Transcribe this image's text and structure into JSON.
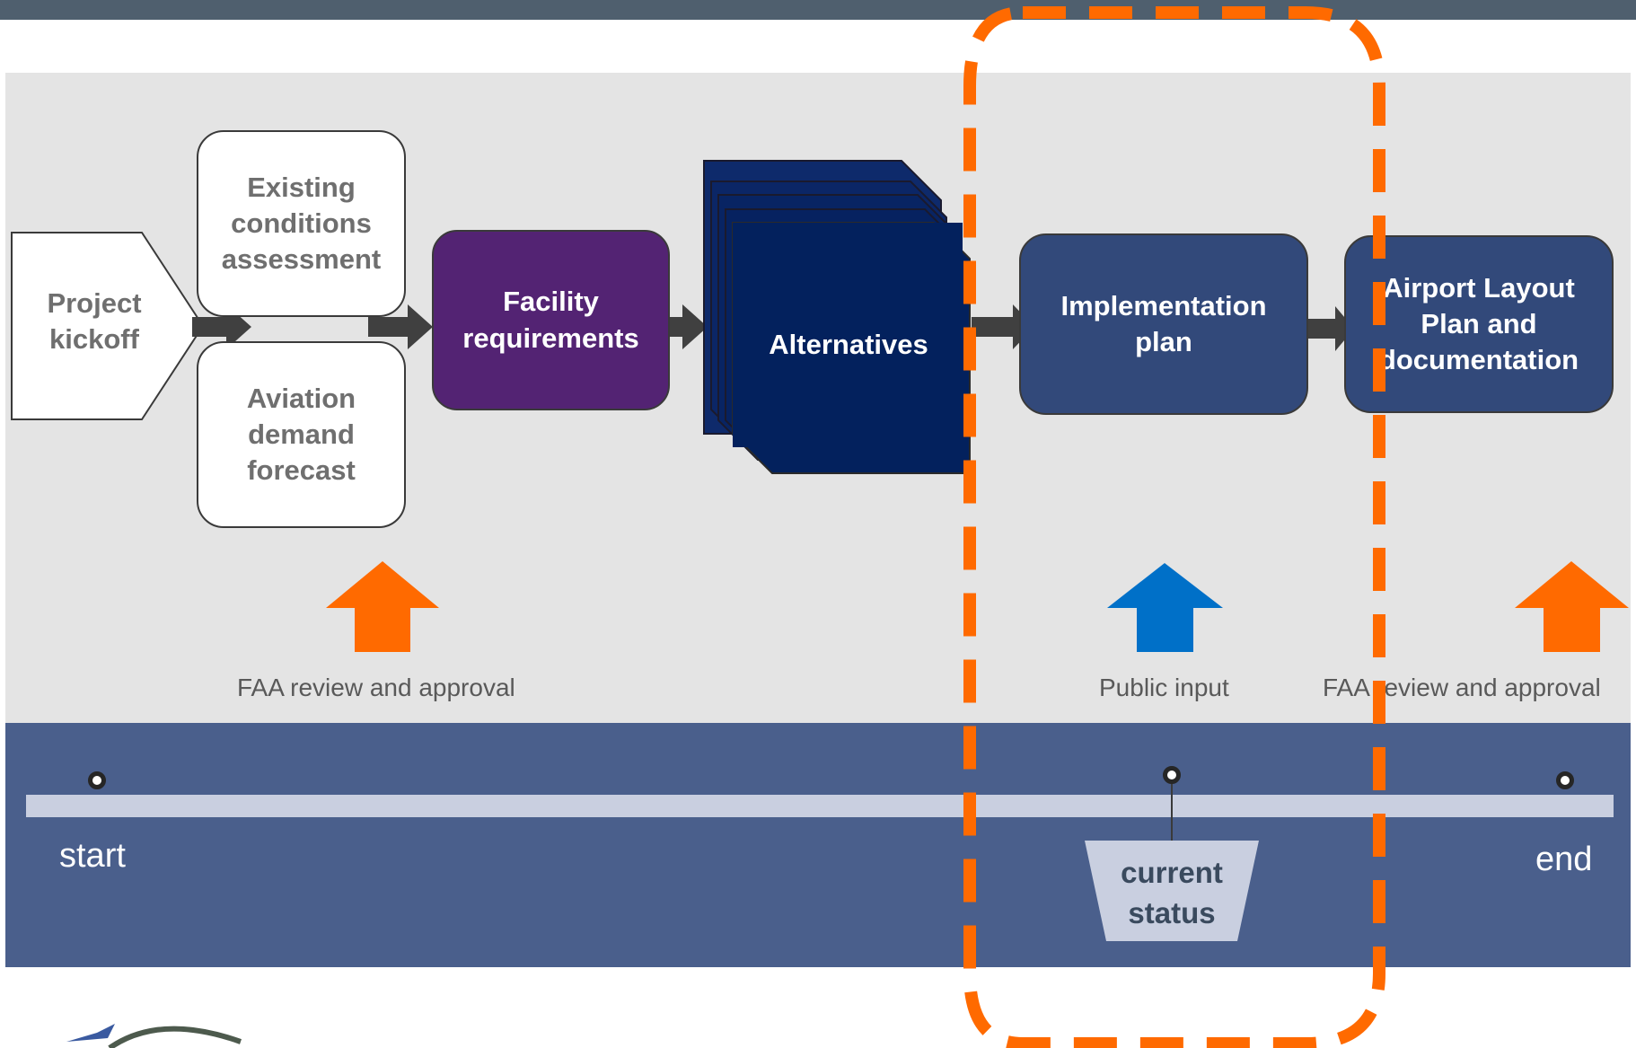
{
  "steps": {
    "kickoff": "Project kickoff",
    "existing": "Existing conditions assessment",
    "forecast": "Aviation demand forecast",
    "facility": "Facility requirements",
    "alternatives": "Alternatives",
    "implementation": "Implementation plan",
    "alp": "Airport Layout Plan and documentation"
  },
  "inputs": {
    "faa_left": "FAA review and approval",
    "public": "Public input",
    "faa_right": "FAA review and approval"
  },
  "timeline": {
    "start": "start",
    "end": "end",
    "current": "current status"
  },
  "colors": {
    "panel": "#e4e4e4",
    "timeline": "#4a5f8c",
    "facility": "#532373",
    "alternatives": "#03215d",
    "implementation": "#32497a",
    "faa_arrow": "#ff6a00",
    "public_arrow": "#0070c8",
    "highlight_outline": "#ff6a00"
  }
}
